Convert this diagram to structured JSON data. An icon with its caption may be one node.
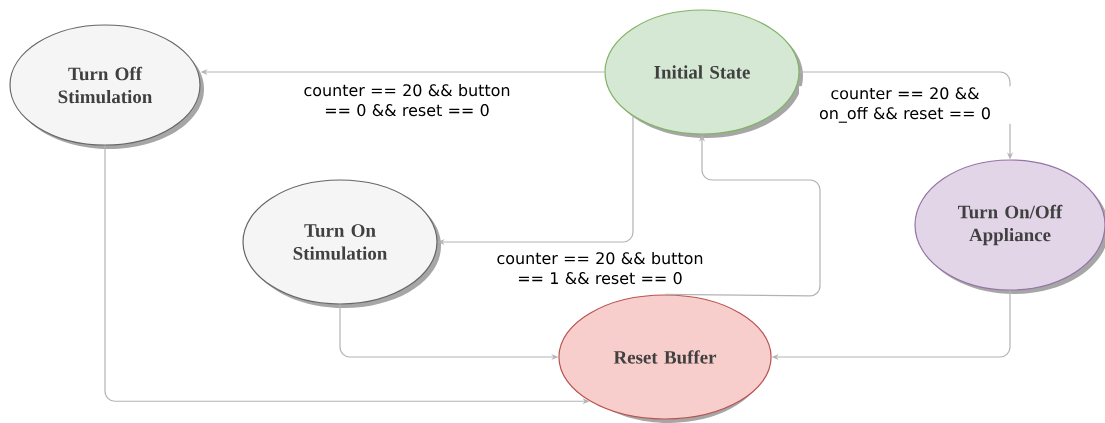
{
  "diagram": {
    "nodes": [
      {
        "text": [
          "Turn Off Stimulation"
        ]
      },
      {
        "text": [
          "Initial State"
        ]
      },
      {
        "text": [
          "Turn On Stimulation"
        ]
      },
      {
        "text": [
          "Turn On/Off Appliance"
        ]
      },
      {
        "text": [
          "Reset Buffer"
        ]
      }
    ],
    "edges": [
      {
        "from": 1,
        "to": 0,
        "arrow": "to",
        "label": "counter == 20 && button == 0 && reset == 0"
      },
      {
        "from": 1,
        "to": 3,
        "arrow": "to",
        "label": "counter == 20 && on_off && reset == 0"
      },
      {
        "from": 1,
        "to": 2,
        "arrow": "to",
        "label": "counter == 20 && button == 1 && reset == 0"
      },
      {
        "from": 4,
        "to": 1,
        "arrow": "to"
      },
      {
        "from": 2,
        "to": 4,
        "arrow": "to"
      },
      {
        "from": 0,
        "to": 4,
        "arrow": "to"
      },
      {
        "from": 3,
        "to": 4,
        "arrow": "to"
      }
    ]
  }
}
